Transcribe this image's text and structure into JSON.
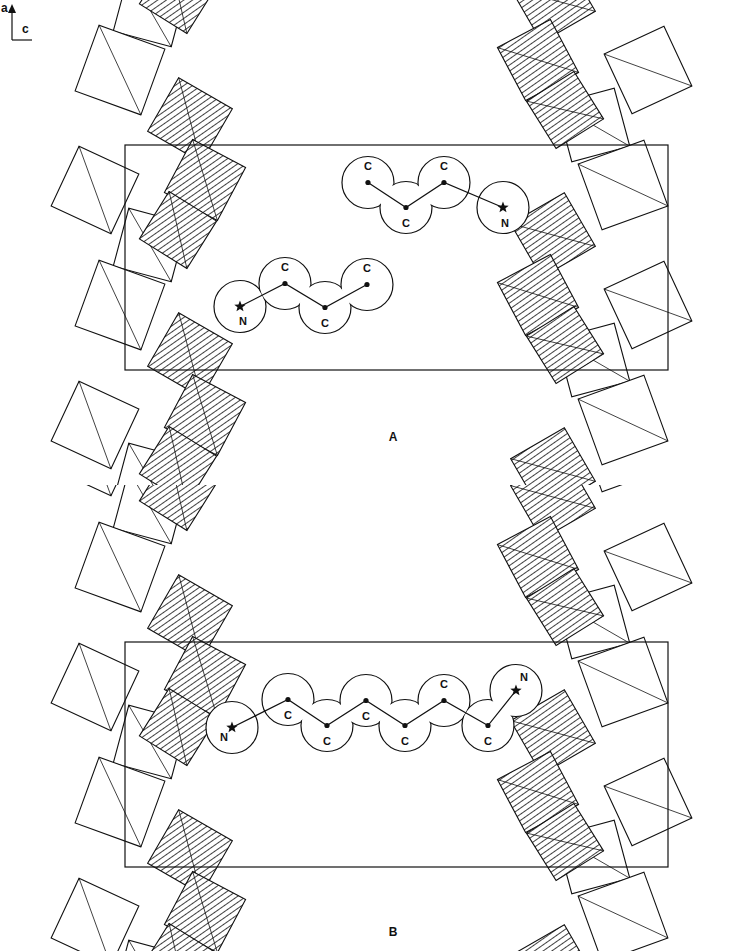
{
  "diagram": {
    "nodes": [
      {
        "text": [
          "C",
          "C",
          "C",
          "N"
        ]
      },
      {
        "text": [
          "N",
          "C",
          "C",
          "C"
        ]
      },
      {
        "text": [
          "N",
          "C",
          "C",
          "C",
          "C",
          "C",
          "C",
          "N"
        ]
      }
    ],
    "labels": [
      "a",
      "c",
      "A",
      "B"
    ]
  }
}
